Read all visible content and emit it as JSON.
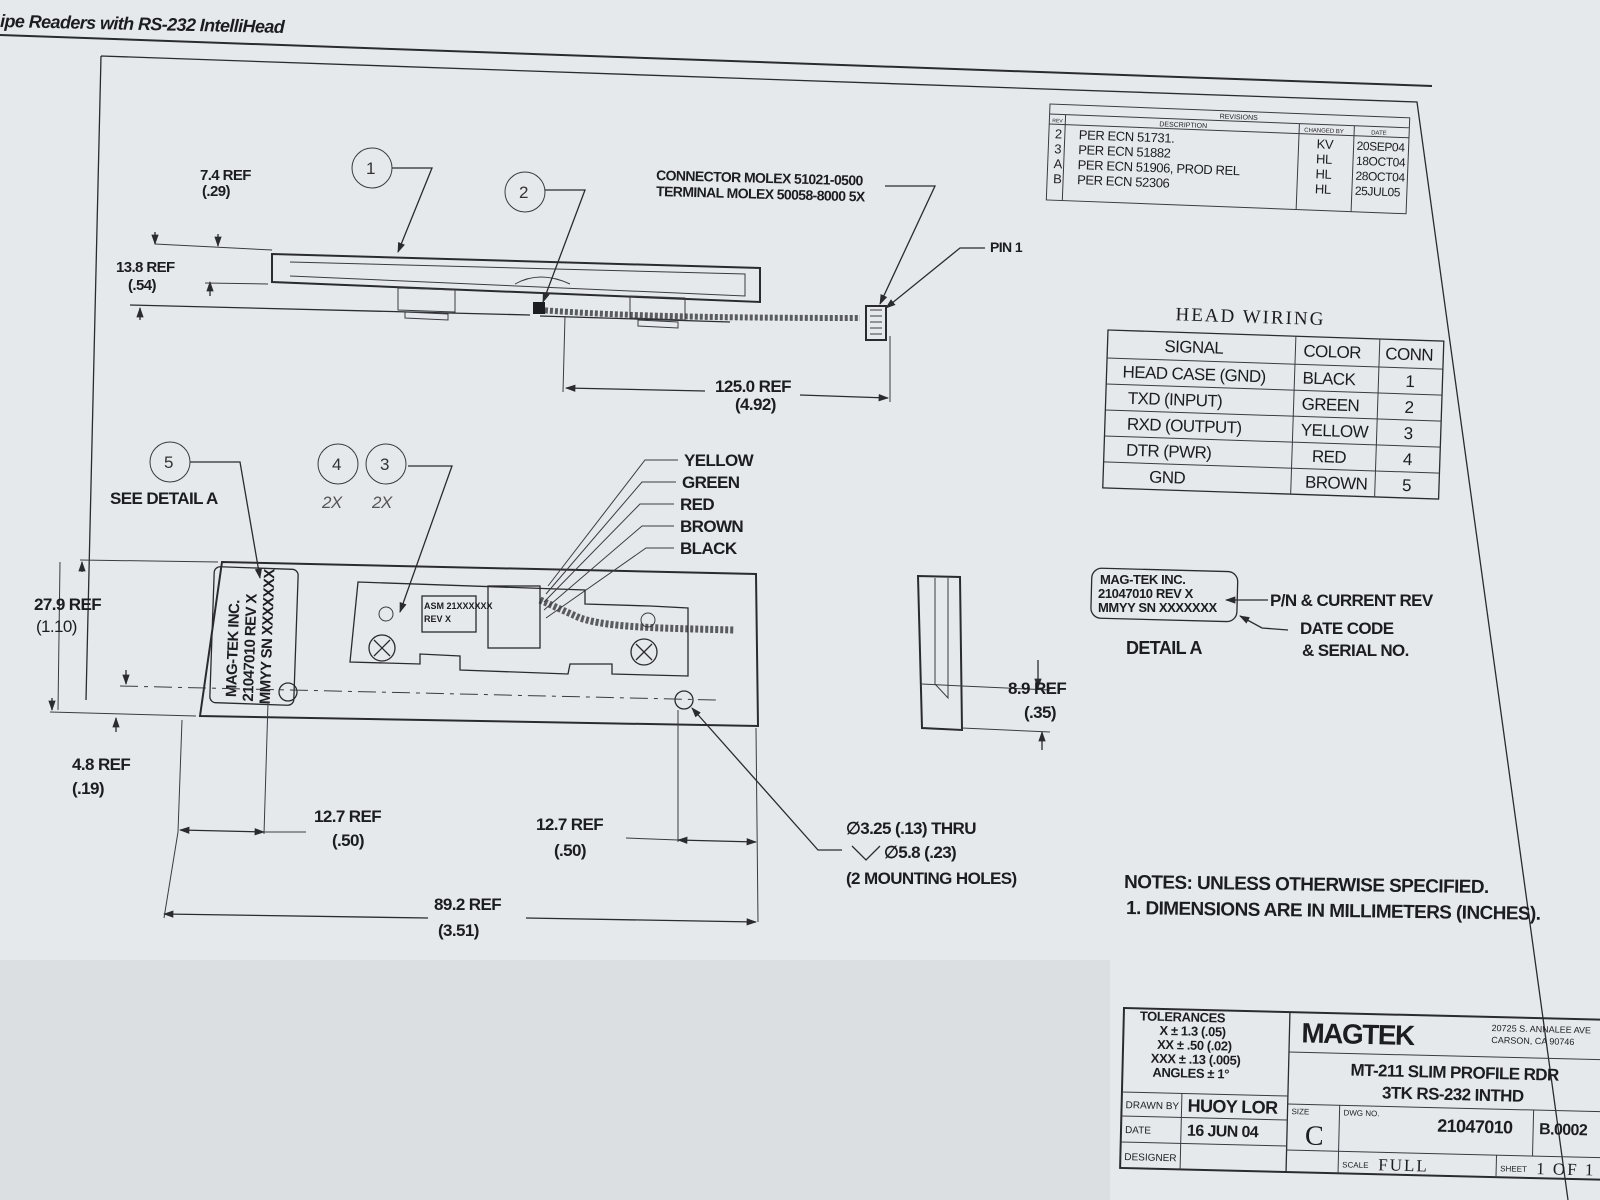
{
  "header": {
    "title": "ipe Readers with RS-232 IntelliHead"
  },
  "revisions": {
    "caption": "REVISIONS",
    "columns": [
      "REV",
      "DESCRIPTION",
      "CHANGED BY",
      "DATE"
    ],
    "rows": [
      {
        "rev": "2",
        "desc": "PER ECN 51731.",
        "by": "KV",
        "date": "20SEP04"
      },
      {
        "rev": "3",
        "desc": "PER ECN 51882",
        "by": "HL",
        "date": "18OCT04"
      },
      {
        "rev": "A",
        "desc": "PER ECN 51906, PROD REL",
        "by": "HL",
        "date": "28OCT04"
      },
      {
        "rev": "B",
        "desc": "PER ECN 52306",
        "by": "HL",
        "date": "25JUL05"
      }
    ]
  },
  "head_wiring": {
    "title": "HEAD WIRING",
    "columns": [
      "SIGNAL",
      "COLOR",
      "CONN"
    ],
    "rows": [
      {
        "signal": "HEAD CASE (GND)",
        "color": "BLACK",
        "conn": "1"
      },
      {
        "signal": "TXD (INPUT)",
        "color": "GREEN",
        "conn": "2"
      },
      {
        "signal": "RXD (OUTPUT)",
        "color": "YELLOW",
        "conn": "3"
      },
      {
        "signal": "DTR (PWR)",
        "color": "RED",
        "conn": "4"
      },
      {
        "signal": "GND",
        "color": "BROWN",
        "conn": "5"
      }
    ]
  },
  "callouts": {
    "bubble_1": "1",
    "bubble_2": "2",
    "bubble_3": "3",
    "bubble_4": "4",
    "bubble_5": "5",
    "qty_4": "2X",
    "qty_3": "2X",
    "see_detail": "SEE DETAIL A",
    "connector_line1": "CONNECTOR MOLEX 51021-0500",
    "connector_line2": "TERMINAL MOLEX 50058-8000 5X",
    "pin1": "PIN 1"
  },
  "wire_colors": [
    "YELLOW",
    "GREEN",
    "RED",
    "BROWN",
    "BLACK"
  ],
  "dimensions": {
    "d_7_4": "7.4 REF",
    "d_7_4_in": "(.29)",
    "d_13_8": "13.8 REF",
    "d_13_8_in": "(.54)",
    "d_125": "125.0 REF",
    "d_125_in": "(4.92)",
    "d_27_9": "27.9 REF",
    "d_27_9_in": "(1.10)",
    "d_4_8": "4.8 REF",
    "d_4_8_in": "(.19)",
    "d_12_7a": "12.7 REF",
    "d_12_7a_in": "(.50)",
    "d_12_7b": "12.7 REF",
    "d_12_7b_in": "(.50)",
    "d_89_2": "89.2 REF",
    "d_89_2_in": "(3.51)",
    "d_8_9": "8.9 REF",
    "d_8_9_in": "(.35)"
  },
  "holes": {
    "line1": "∅3.25 (.13) THRU",
    "line2": "∅5.8 (.23)",
    "line3": "(2 MOUNTING HOLES)"
  },
  "label_text": {
    "line1": "MAG-TEK INC.",
    "line2": "21047010 REV X",
    "line3": "MMYY SN XXXXXXX"
  },
  "chip_label": {
    "line1": "ASM 21XXXXXX",
    "line2": "REV X"
  },
  "detail_a": {
    "title": "DETAIL A",
    "pn_note": "P/N & CURRENT REV",
    "date_note_1": "DATE CODE",
    "date_note_2": "& SERIAL NO."
  },
  "notes": {
    "line1": "NOTES: UNLESS OTHERWISE SPECIFIED.",
    "line2": "1. DIMENSIONS ARE IN MILLIMETERS (INCHES)."
  },
  "title_block": {
    "tolerances": "TOLERANCES",
    "tol_x": "X ± 1.3 (.05)",
    "tol_xx": "XX ± .50 (.02)",
    "tol_xxx": "XXX ± .13 (.005)",
    "tol_ang": "ANGLES ± 1°",
    "drawn_by_label": "DRAWN BY",
    "drawn_by": "HUOY LOR",
    "date_label": "DATE",
    "date": "16 JUN 04",
    "designer_label": "DESIGNER",
    "company": "MAGTEK",
    "address_1": "20725 S. ANNALEE AVE",
    "address_2": "CARSON, CA 90746",
    "product_1": "MT-211 SLIM PROFILE RDR",
    "product_2": "3TK RS-232 INTHD",
    "size_label": "SIZE",
    "size": "C",
    "dwg_label": "DWG NO.",
    "dwg_no": "21047010",
    "rev": "B.0002",
    "scale_label": "SCALE",
    "scale": "FULL",
    "sheet_label": "SHEET",
    "sheet": "1 OF 1"
  }
}
